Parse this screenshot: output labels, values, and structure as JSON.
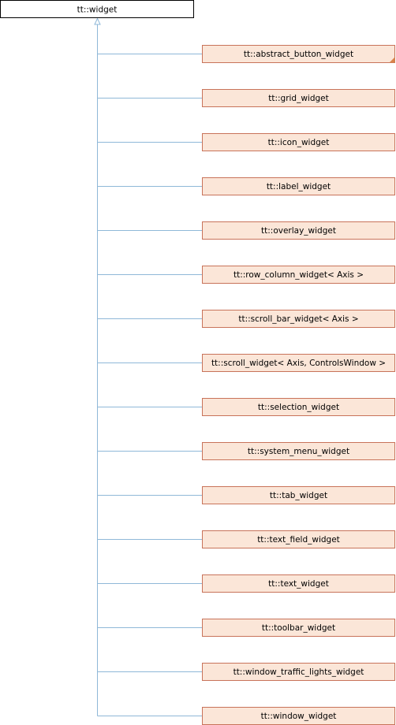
{
  "diagram": {
    "type": "class-inheritance",
    "base_class": "tt::widget",
    "derived_classes": [
      {
        "label": "tt::abstract_button_widget",
        "has_more": true
      },
      {
        "label": "tt::grid_widget",
        "has_more": false
      },
      {
        "label": "tt::icon_widget",
        "has_more": false
      },
      {
        "label": "tt::label_widget",
        "has_more": false
      },
      {
        "label": "tt::overlay_widget",
        "has_more": false
      },
      {
        "label": "tt::row_column_widget< Axis >",
        "has_more": false
      },
      {
        "label": "tt::scroll_bar_widget< Axis >",
        "has_more": false
      },
      {
        "label": "tt::scroll_widget< Axis, ControlsWindow >",
        "has_more": false
      },
      {
        "label": "tt::selection_widget",
        "has_more": false
      },
      {
        "label": "tt::system_menu_widget",
        "has_more": false
      },
      {
        "label": "tt::tab_widget",
        "has_more": false
      },
      {
        "label": "tt::text_field_widget",
        "has_more": false
      },
      {
        "label": "tt::text_widget",
        "has_more": false
      },
      {
        "label": "tt::toolbar_widget",
        "has_more": false
      },
      {
        "label": "tt::window_traffic_lights_widget",
        "has_more": false
      },
      {
        "label": "tt::window_widget",
        "has_more": false
      }
    ],
    "colors": {
      "node_fill": "#fbe6d8",
      "node_border": "#c8735a",
      "root_fill": "#ffffff",
      "root_border": "#000000",
      "edge": "#8fb8d8",
      "fold_corner": "#d9844a"
    }
  }
}
